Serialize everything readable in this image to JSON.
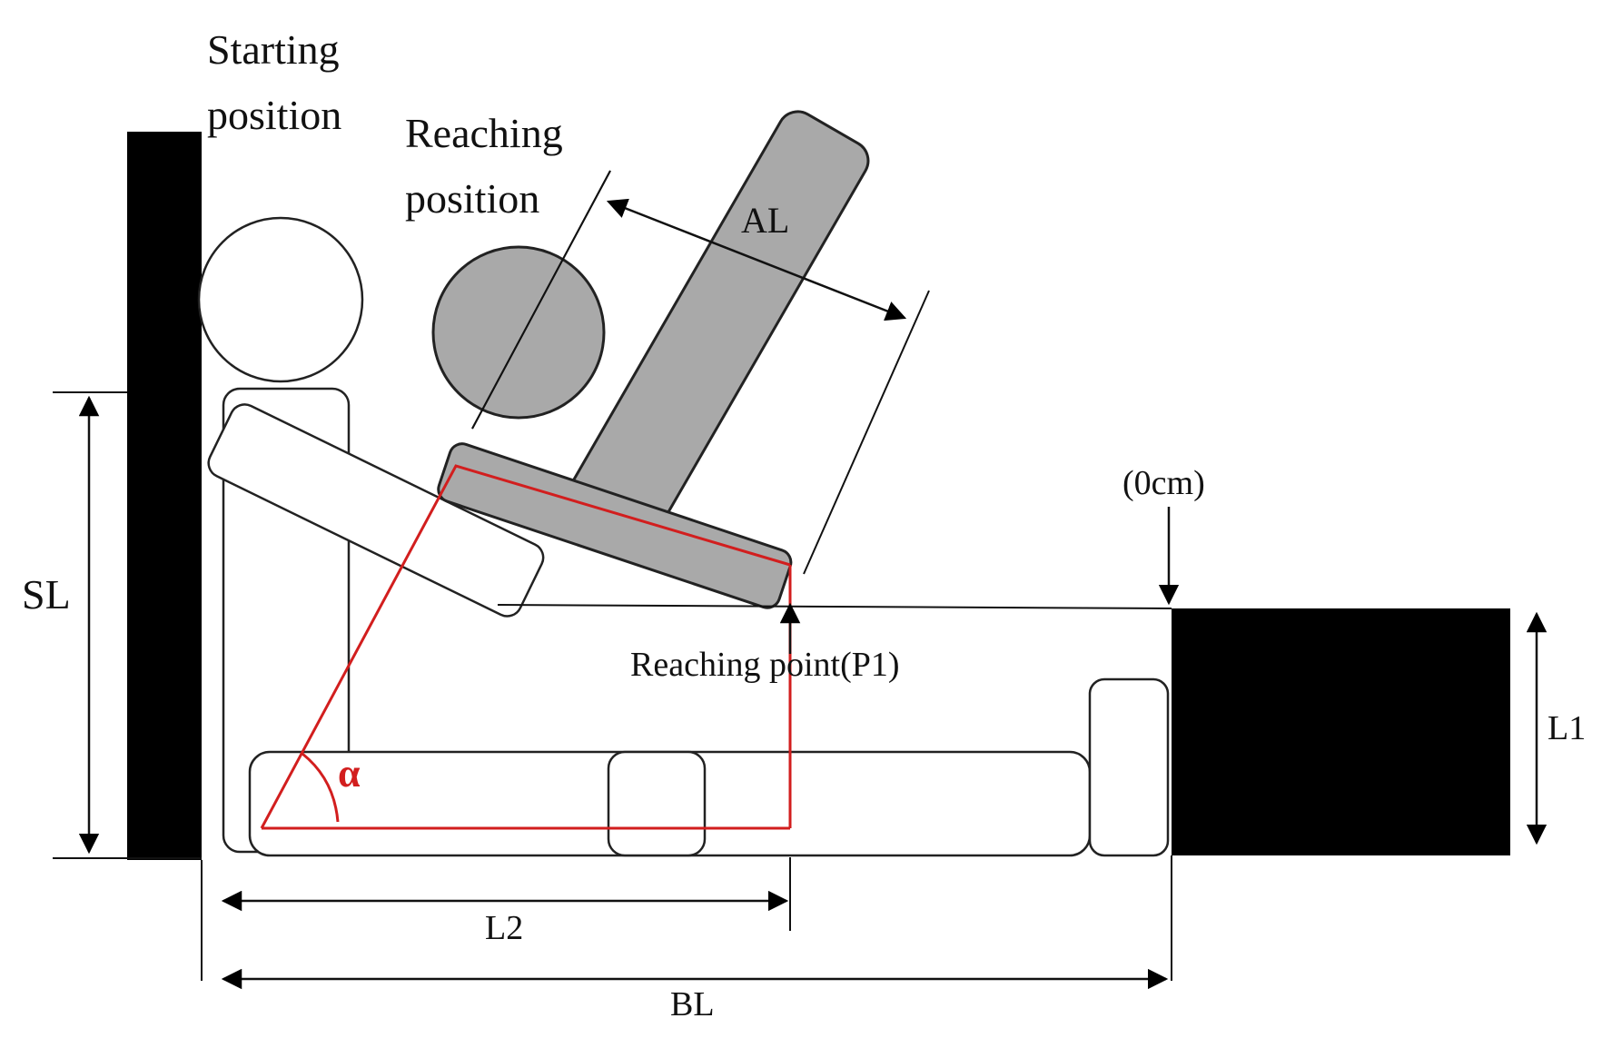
{
  "labels": {
    "starting_line1": "Starting",
    "starting_line2": "position",
    "reaching_line1": "Reaching",
    "reaching_line2": "position",
    "al": "AL",
    "sl": "SL",
    "zero": "(0cm)",
    "reaching_point": "Reaching point(P1)",
    "l1": "L1",
    "l2": "L2",
    "bl": "BL",
    "alpha": "α"
  },
  "colors": {
    "body_fill": "#a9a9a9",
    "measure_line": "#d21e1e",
    "wall": "#000000"
  }
}
